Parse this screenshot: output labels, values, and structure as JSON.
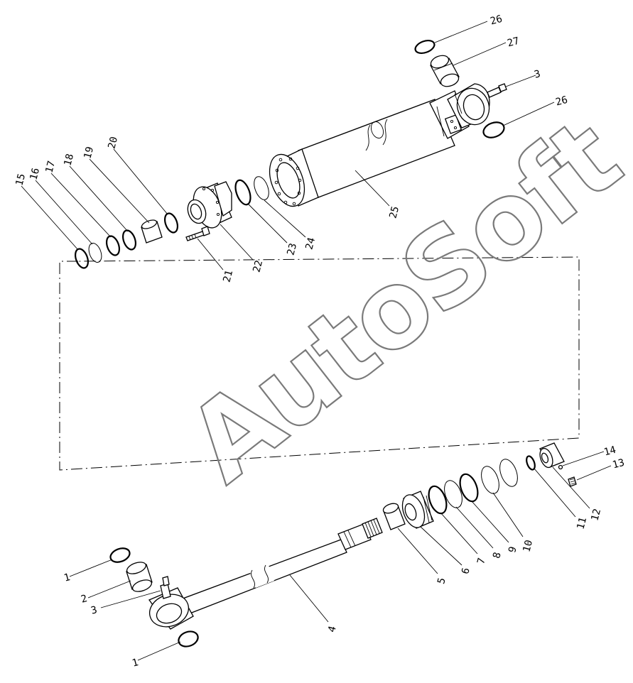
{
  "watermark": {
    "text": "AutoSoft"
  },
  "callouts": [
    {
      "id": "c1a",
      "label": "1"
    },
    {
      "id": "c1b",
      "label": "1"
    },
    {
      "id": "c2",
      "label": "2"
    },
    {
      "id": "c3a",
      "label": "3"
    },
    {
      "id": "c3b",
      "label": "3"
    },
    {
      "id": "c4",
      "label": "4"
    },
    {
      "id": "c5",
      "label": "5"
    },
    {
      "id": "c6",
      "label": "6"
    },
    {
      "id": "c7",
      "label": "7"
    },
    {
      "id": "c8",
      "label": "8"
    },
    {
      "id": "c9",
      "label": "9"
    },
    {
      "id": "c10",
      "label": "10"
    },
    {
      "id": "c11",
      "label": "11"
    },
    {
      "id": "c12",
      "label": "12"
    },
    {
      "id": "c13",
      "label": "13"
    },
    {
      "id": "c14",
      "label": "14"
    },
    {
      "id": "c15",
      "label": "15"
    },
    {
      "id": "c16",
      "label": "16"
    },
    {
      "id": "c17",
      "label": "17"
    },
    {
      "id": "c18",
      "label": "18"
    },
    {
      "id": "c19",
      "label": "19"
    },
    {
      "id": "c20",
      "label": "20"
    },
    {
      "id": "c21",
      "label": "21"
    },
    {
      "id": "c22",
      "label": "22"
    },
    {
      "id": "c23",
      "label": "23"
    },
    {
      "id": "c24",
      "label": "24"
    },
    {
      "id": "c25",
      "label": "25"
    },
    {
      "id": "c26a",
      "label": "26"
    },
    {
      "id": "c26b",
      "label": "26"
    },
    {
      "id": "c27",
      "label": "27"
    }
  ]
}
